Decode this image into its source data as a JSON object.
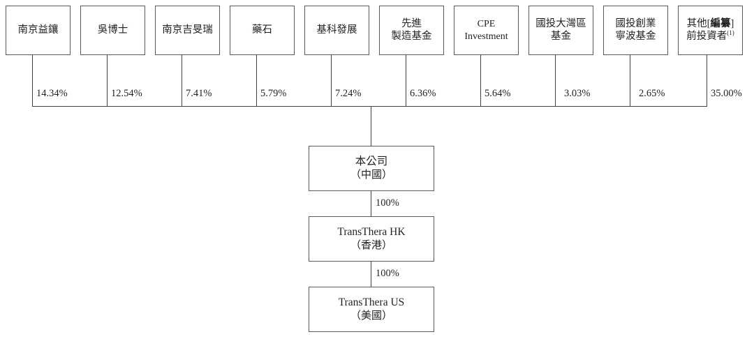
{
  "chart": {
    "type": "organization-shareholding-structure",
    "title": "",
    "shareholders": [
      {
        "id": "nanjing-yixiang",
        "lines": [
          "南京益鑲"
        ],
        "percent": "14.34%",
        "latin": false
      },
      {
        "id": "dr-wu",
        "lines": [
          "吳博士"
        ],
        "percent": "12.54%",
        "latin": false
      },
      {
        "id": "nanjing-jimanrui",
        "lines": [
          "南京吉旻瑞"
        ],
        "percent": "7.41%",
        "latin": false
      },
      {
        "id": "yaoshi",
        "lines": [
          "藥石"
        ],
        "percent": "5.79%",
        "latin": false
      },
      {
        "id": "jike-fazhan",
        "lines": [
          "基科發展"
        ],
        "percent": "7.24%",
        "latin": false
      },
      {
        "id": "xianjin-fund",
        "lines": [
          "先進",
          "製造基金"
        ],
        "percent": "6.36%",
        "latin": false
      },
      {
        "id": "cpe-investment",
        "lines": [
          "CPE",
          "Investment"
        ],
        "percent": "5.64%",
        "latin": true
      },
      {
        "id": "guotou-bayarea",
        "lines": [
          "國投大灣區",
          "基金"
        ],
        "percent": "3.03%",
        "latin": false
      },
      {
        "id": "guotou-ningbo",
        "lines": [
          "國投創業",
          "寧波基金"
        ],
        "percent": "2.65%",
        "latin": false
      },
      {
        "id": "other-investors",
        "lines": [
          "其他[編纂]",
          "前投資者"
        ],
        "percent": "35.00%",
        "latin": false,
        "footnote": "(1)",
        "bold_segment": "編纂"
      }
    ],
    "entities": [
      {
        "id": "company",
        "name": "本公司",
        "jurisdiction": "（中國）"
      },
      {
        "id": "transthera-hk",
        "name": "TransThera HK",
        "jurisdiction": "（香港）"
      },
      {
        "id": "transthera-us",
        "name": "TransThera US",
        "jurisdiction": "（美國）"
      }
    ],
    "ownership_links": [
      {
        "from": "company",
        "to": "transthera-hk",
        "percent": "100%"
      },
      {
        "from": "transthera-hk",
        "to": "transthera-us",
        "percent": "100%"
      }
    ],
    "colors": {
      "line": "#3f3f3f",
      "box_border": "#5a5a5a",
      "text": "#231f20",
      "background": "#ffffff"
    }
  }
}
